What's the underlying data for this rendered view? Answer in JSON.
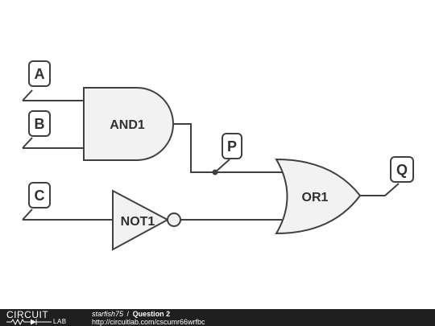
{
  "circuit": {
    "inputs": [
      "A",
      "B",
      "C"
    ],
    "nodes": [
      "P"
    ],
    "outputs": [
      "Q"
    ],
    "gates": [
      "AND1",
      "NOT1",
      "OR1"
    ]
  },
  "footer": {
    "logo_top": "CIRCUIT",
    "logo_bottom": "LAB",
    "username": "starfish75",
    "separator": "/",
    "title": "Question 2",
    "url": "http://circuitlab.com/cscumr66wrfbc"
  }
}
